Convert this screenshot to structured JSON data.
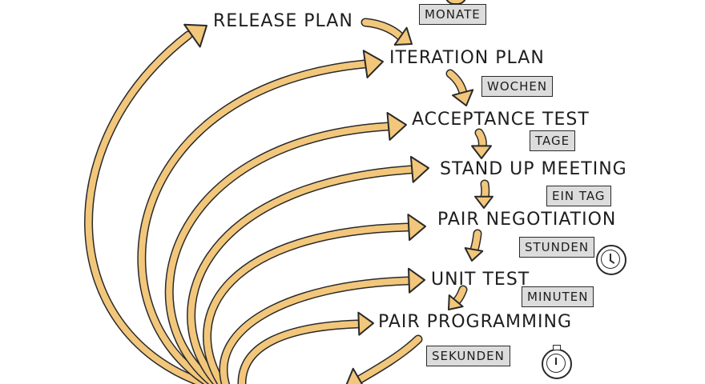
{
  "steps": [
    {
      "label": "RELEASE PLAN",
      "duration": "MONATE"
    },
    {
      "label": "ITERATION PLAN",
      "duration": "WOCHEN"
    },
    {
      "label": "ACCEPTANCE TEST",
      "duration": "TAGE"
    },
    {
      "label": "STAND UP MEETING",
      "duration": "EIN TAG"
    },
    {
      "label": "PAIR NEGOTIATION",
      "duration": "STUNDEN"
    },
    {
      "label": "UNIT TEST",
      "duration": "MINUTEN"
    },
    {
      "label": "PAIR PROGRAMMING",
      "duration": "SEKUNDEN"
    }
  ],
  "icons": [
    "clock-icon",
    "stopwatch-icon"
  ],
  "colors": {
    "arrow": "#f2c77b",
    "outline": "#2a2a2a",
    "tag": "#dcdcdc"
  }
}
